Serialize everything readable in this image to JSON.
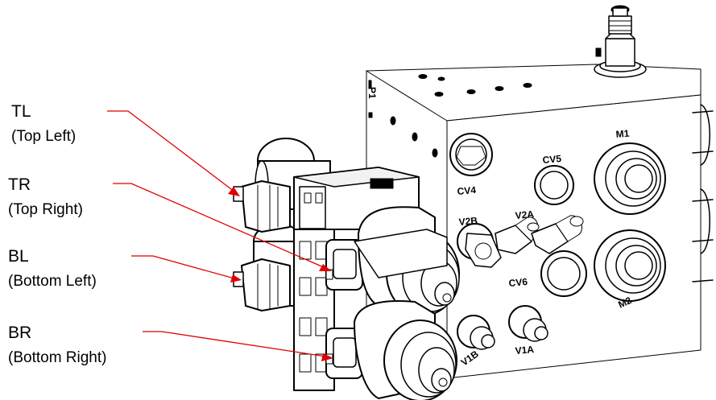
{
  "callouts": [
    {
      "id": "tl",
      "abbr": "TL",
      "full": "(Top Left)"
    },
    {
      "id": "tr",
      "abbr": "TR",
      "full": "(Top Right)"
    },
    {
      "id": "bl",
      "abbr": "BL",
      "full": "(Bottom Left)"
    },
    {
      "id": "br",
      "abbr": "BR",
      "full": "(Bottom Right)"
    }
  ],
  "port_labels": {
    "cv4": "CV4",
    "cv5": "CV5",
    "cv6": "CV6",
    "m1": "M1",
    "m2": "M2",
    "v2a": "V2A",
    "v2b": "V2B",
    "v1a": "V1A",
    "v1b": "V1B",
    "p1": "P1"
  },
  "colors": {
    "callout_line": "#e00000",
    "drawing": "#000000",
    "background": "#ffffff"
  }
}
